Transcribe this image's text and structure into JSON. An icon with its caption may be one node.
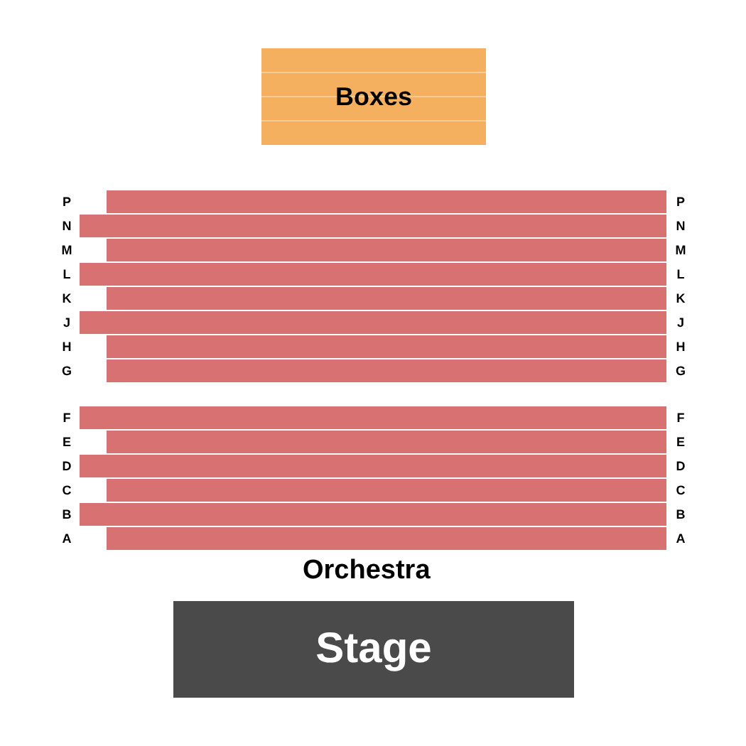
{
  "diagram": {
    "nodes": [
      {
        "text": [
          "Boxes"
        ]
      },
      {
        "text": [
          "Stage"
        ]
      }
    ],
    "labels": [
      "P",
      "P",
      "N",
      "N",
      "M",
      "M",
      "L",
      "L",
      "K",
      "K",
      "J",
      "J",
      "H",
      "H",
      "G",
      "G",
      "F",
      "F",
      "E",
      "E",
      "D",
      "D",
      "C",
      "C",
      "B",
      "B",
      "A",
      "A",
      "Orchestra"
    ]
  }
}
